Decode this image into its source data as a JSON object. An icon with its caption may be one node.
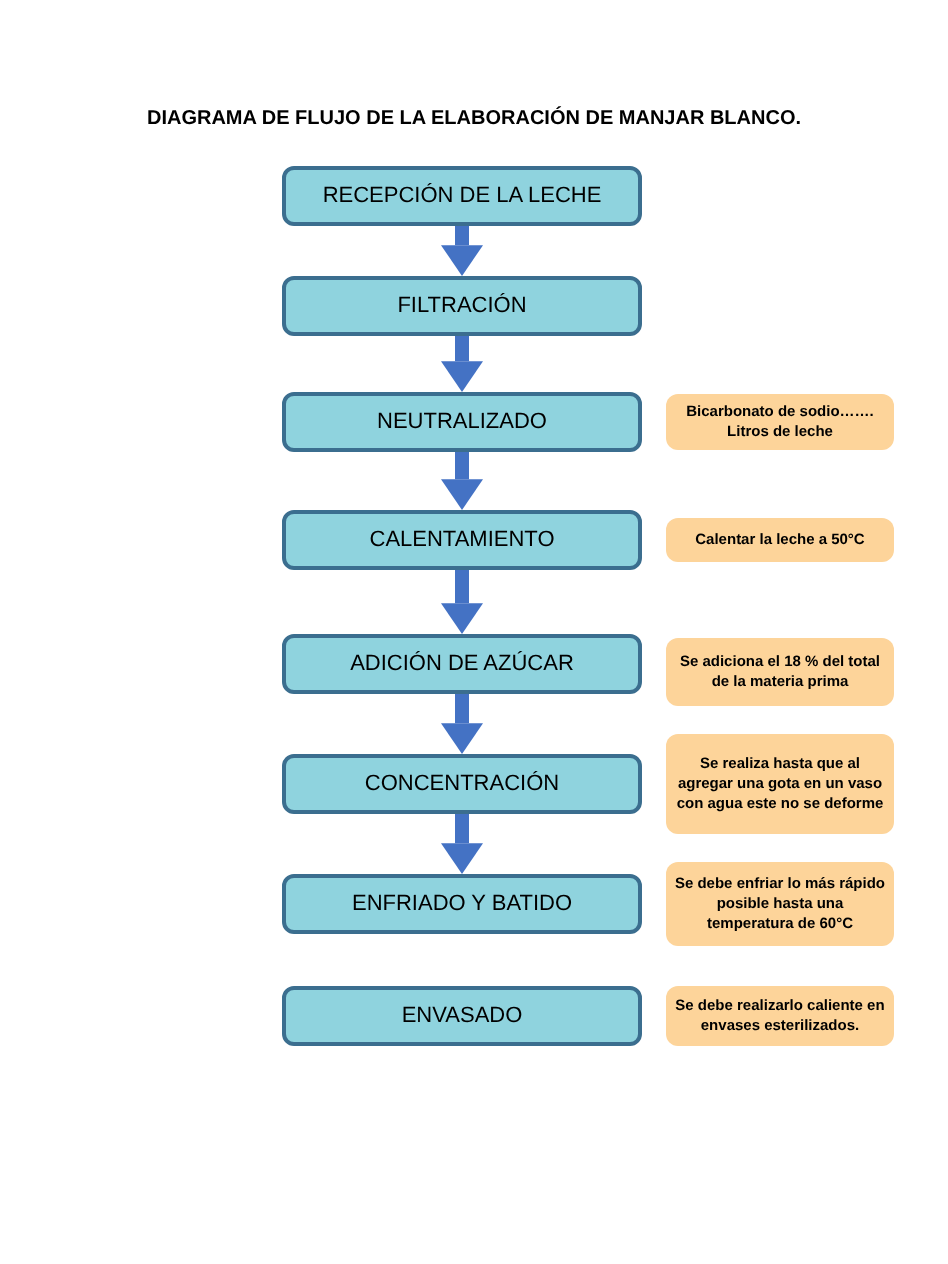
{
  "diagram": {
    "title": "DIAGRAMA DE FLUJO DE LA ELABORACIÓN DE MANJAR BLANCO.",
    "nodes": [
      {
        "text": [
          "RECEPCIÓN DE LA LECHE"
        ]
      },
      {
        "text": [
          "FILTRACIÓN"
        ]
      },
      {
        "text": [
          "NEUTRALIZADO"
        ]
      },
      {
        "text": [
          "CALENTAMIENTO"
        ]
      },
      {
        "text": [
          "ADICIÓN DE AZÚCAR"
        ]
      },
      {
        "text": [
          "CONCENTRACIÓN"
        ]
      },
      {
        "text": [
          "ENFRIADO Y BATIDO"
        ]
      },
      {
        "text": [
          "ENVASADO"
        ]
      },
      {
        "text": [
          "Bicarbonato de sodio……. Litros de leche"
        ]
      },
      {
        "text": [
          "Calentar la leche a 50°C"
        ]
      },
      {
        "text": [
          "Se adiciona el 18 % del total de la materia prima"
        ]
      },
      {
        "text": [
          "Se realiza hasta que al agregar una gota en un vaso con agua este no se deforme"
        ]
      },
      {
        "text": [
          "Se debe enfriar lo más rápido posible hasta una temperatura de 60°C"
        ]
      },
      {
        "text": [
          "Se debe realizarlo caliente en envases esterilizados."
        ]
      }
    ],
    "edges": [
      {
        "from": 0,
        "to": 1,
        "arrow": "to"
      },
      {
        "from": 1,
        "to": 2,
        "arrow": "to"
      },
      {
        "from": 2,
        "to": 3,
        "arrow": "to"
      },
      {
        "from": 3,
        "to": 4,
        "arrow": "to"
      },
      {
        "from": 4,
        "to": 5,
        "arrow": "to"
      },
      {
        "from": 5,
        "to": 6,
        "arrow": "to"
      }
    ]
  }
}
